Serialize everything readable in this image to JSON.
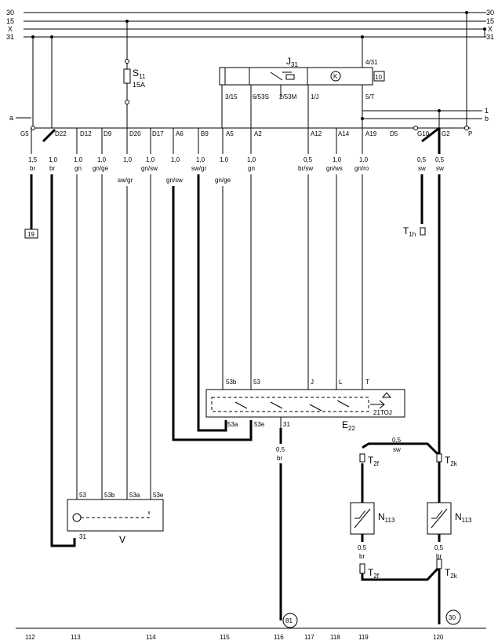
{
  "rails": [
    "30",
    "15",
    "X",
    "31"
  ],
  "rails_right": [
    "30",
    "15",
    "X",
    "31"
  ],
  "fuse": {
    "name": "S",
    "sub": "11",
    "rating": "15A"
  },
  "relay": {
    "name": "J",
    "sub": "31",
    "k": "K",
    "num": "10",
    "pins": [
      "3/15",
      "6/53S",
      "2/53M",
      "1/J",
      "4/31",
      "5/T"
    ]
  },
  "bus_left": "a",
  "bus_right": [
    "1",
    "b"
  ],
  "connectors": [
    "G5",
    "D22",
    "D12",
    "D9",
    "D20",
    "D17",
    "A6",
    "B9",
    "A5",
    "A2",
    "A12",
    "A14",
    "A19",
    "D5",
    "G10",
    "G2",
    "P"
  ],
  "wires": [
    {
      "size": "1,5",
      "color": "br"
    },
    {
      "size": "1,0",
      "color": "br"
    },
    {
      "size": "1,0",
      "color": "gn"
    },
    {
      "size": "1,0",
      "color": "gn/ge"
    },
    {
      "size": "1,0",
      "color": "sw/gr"
    },
    {
      "size": "1,0",
      "color": "gn/sw"
    },
    {
      "size": "1,0",
      "color": "gn/sw"
    },
    {
      "size": "1,0",
      "color": "sw/gr"
    },
    {
      "size": "1,0",
      "color": "gn/ge"
    },
    {
      "size": "1,0",
      "color": "gn"
    },
    {
      "size": "0,5",
      "color": "br/sw"
    },
    {
      "size": "1,0",
      "color": "gn/ws"
    },
    {
      "size": "1,0",
      "color": "gn/ro"
    },
    {
      "size": "0,5",
      "color": "sw"
    },
    {
      "size": "0,5",
      "color": "sw"
    }
  ],
  "ref19": "19",
  "t1h": {
    "name": "T",
    "sub": "1h"
  },
  "e22": {
    "name": "E",
    "sub": "22",
    "code": "21TOJ",
    "pins_top": [
      "53b",
      "53",
      "J",
      "L",
      "T"
    ],
    "pins_bottom": [
      "53a",
      "53e",
      "31"
    ]
  },
  "motor_v": {
    "name": "V",
    "pins": [
      "53",
      "53b",
      "53a",
      "53e",
      "31"
    ]
  },
  "wire_e22_ground": {
    "size": "0,5",
    "color": "br"
  },
  "wire_top_link": {
    "size": "0,5",
    "color": "sw"
  },
  "heaters": [
    {
      "name": "N",
      "sub": "113",
      "top": {
        "name": "T",
        "sub": "2f"
      },
      "bottom": {
        "name": "T",
        "sub": "2f"
      },
      "wire": {
        "size": "0,5",
        "color": "br"
      }
    },
    {
      "name": "N",
      "sub": "113",
      "top": {
        "name": "T",
        "sub": "2k"
      },
      "bottom": {
        "name": "T",
        "sub": "2k"
      },
      "wire": {
        "size": "0,5",
        "color": "br"
      }
    }
  ],
  "circle_refs": [
    "81",
    "30"
  ],
  "bottom_numbers": [
    "112",
    "113",
    "114",
    "115",
    "116",
    "117",
    "118",
    "119",
    "120"
  ]
}
